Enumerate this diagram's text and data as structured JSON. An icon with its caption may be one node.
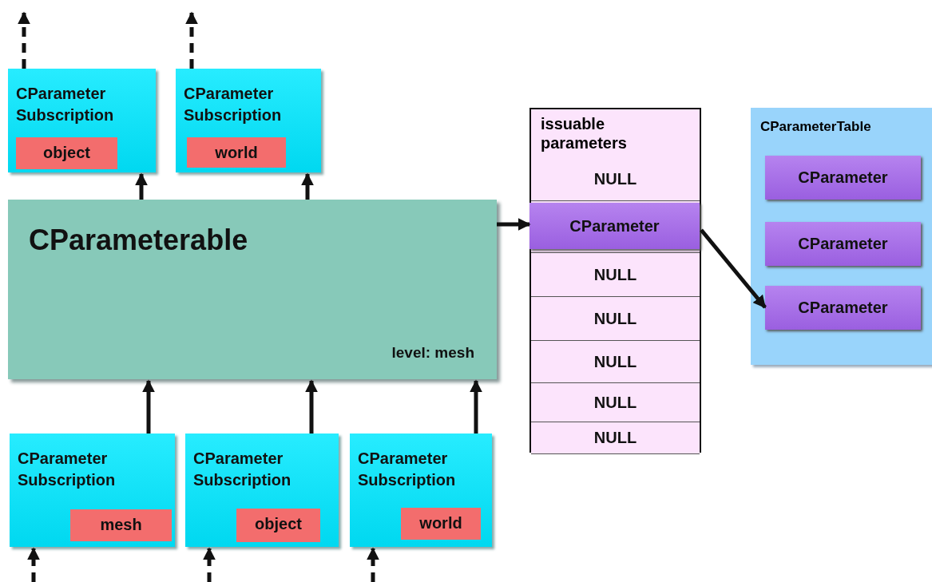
{
  "diagram": {
    "nodes": [
      {
        "text": [
          "CParameter Subscription"
        ]
      },
      {
        "text": [
          "object"
        ],
        "in": 0
      },
      {
        "text": [
          "CParameter Subscription"
        ]
      },
      {
        "text": [
          "world"
        ],
        "in": 2
      },
      {
        "text": [
          "CParameterable",
          "level: mesh"
        ]
      },
      {
        "text": [
          "CParameter Subscription"
        ]
      },
      {
        "text": [
          "mesh"
        ],
        "in": 5
      },
      {
        "text": [
          "CParameter Subscription"
        ]
      },
      {
        "text": [
          "object"
        ],
        "in": 7
      },
      {
        "text": [
          "CParameter Subscription"
        ]
      },
      {
        "text": [
          "world"
        ],
        "in": 9
      },
      {
        "text": [
          "issuable parameters"
        ]
      },
      {
        "text": [
          "NULL"
        ],
        "in": 11
      },
      {
        "text": [
          "CParameter"
        ],
        "in": 11
      },
      {
        "text": [
          "NULL"
        ],
        "in": 11
      },
      {
        "text": [
          "NULL"
        ],
        "in": 11
      },
      {
        "text": [
          "NULL"
        ],
        "in": 11
      },
      {
        "text": [
          "NULL"
        ],
        "in": 11
      },
      {
        "text": [
          "NULL"
        ],
        "in": 11
      },
      {
        "text": [
          "CParameterTable"
        ]
      },
      {
        "text": [
          "CParameter"
        ],
        "in": 19
      },
      {
        "text": [
          "CParameter"
        ],
        "in": 19
      },
      {
        "text": [
          "CParameter"
        ],
        "in": 19
      }
    ],
    "edges": [
      {
        "from": 0,
        "to": null,
        "arrow": "to",
        "style": "dashed"
      },
      {
        "from": 4,
        "to": 0,
        "arrow": "to"
      },
      {
        "from": 2,
        "to": null,
        "arrow": "to",
        "style": "dashed"
      },
      {
        "from": 4,
        "to": 2,
        "arrow": "to"
      },
      {
        "from": 5,
        "to": 4,
        "arrow": "to"
      },
      {
        "from": 7,
        "to": 4,
        "arrow": "to"
      },
      {
        "from": 9,
        "to": 4,
        "arrow": "to"
      },
      {
        "from": null,
        "to": 5,
        "arrow": "to",
        "style": "dashed"
      },
      {
        "from": null,
        "to": 7,
        "arrow": "to",
        "style": "dashed"
      },
      {
        "from": null,
        "to": 9,
        "arrow": "to",
        "style": "dashed"
      },
      {
        "from": 4,
        "to": 13,
        "arrow": "to"
      },
      {
        "from": 13,
        "to": 22,
        "arrow": "to"
      }
    ]
  }
}
